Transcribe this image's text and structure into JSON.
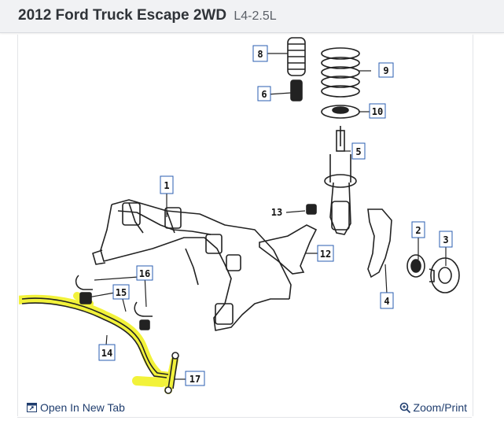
{
  "header": {
    "title": "2012 Ford Truck Escape 2WD",
    "engine": "L4-2.5L"
  },
  "diagram": {
    "callouts": [
      "1",
      "2",
      "3",
      "4",
      "5",
      "6",
      "8",
      "9",
      "10",
      "12",
      "13",
      "14",
      "15",
      "16",
      "17"
    ],
    "highlight_color": "#f2f23a"
  },
  "footer": {
    "open_label": "Open In New Tab",
    "zoom_label": "Zoom/Print"
  },
  "colors": {
    "header_bg": "#f1f2f4",
    "link": "#1f3d6e",
    "highlight": "#f2f23a"
  }
}
